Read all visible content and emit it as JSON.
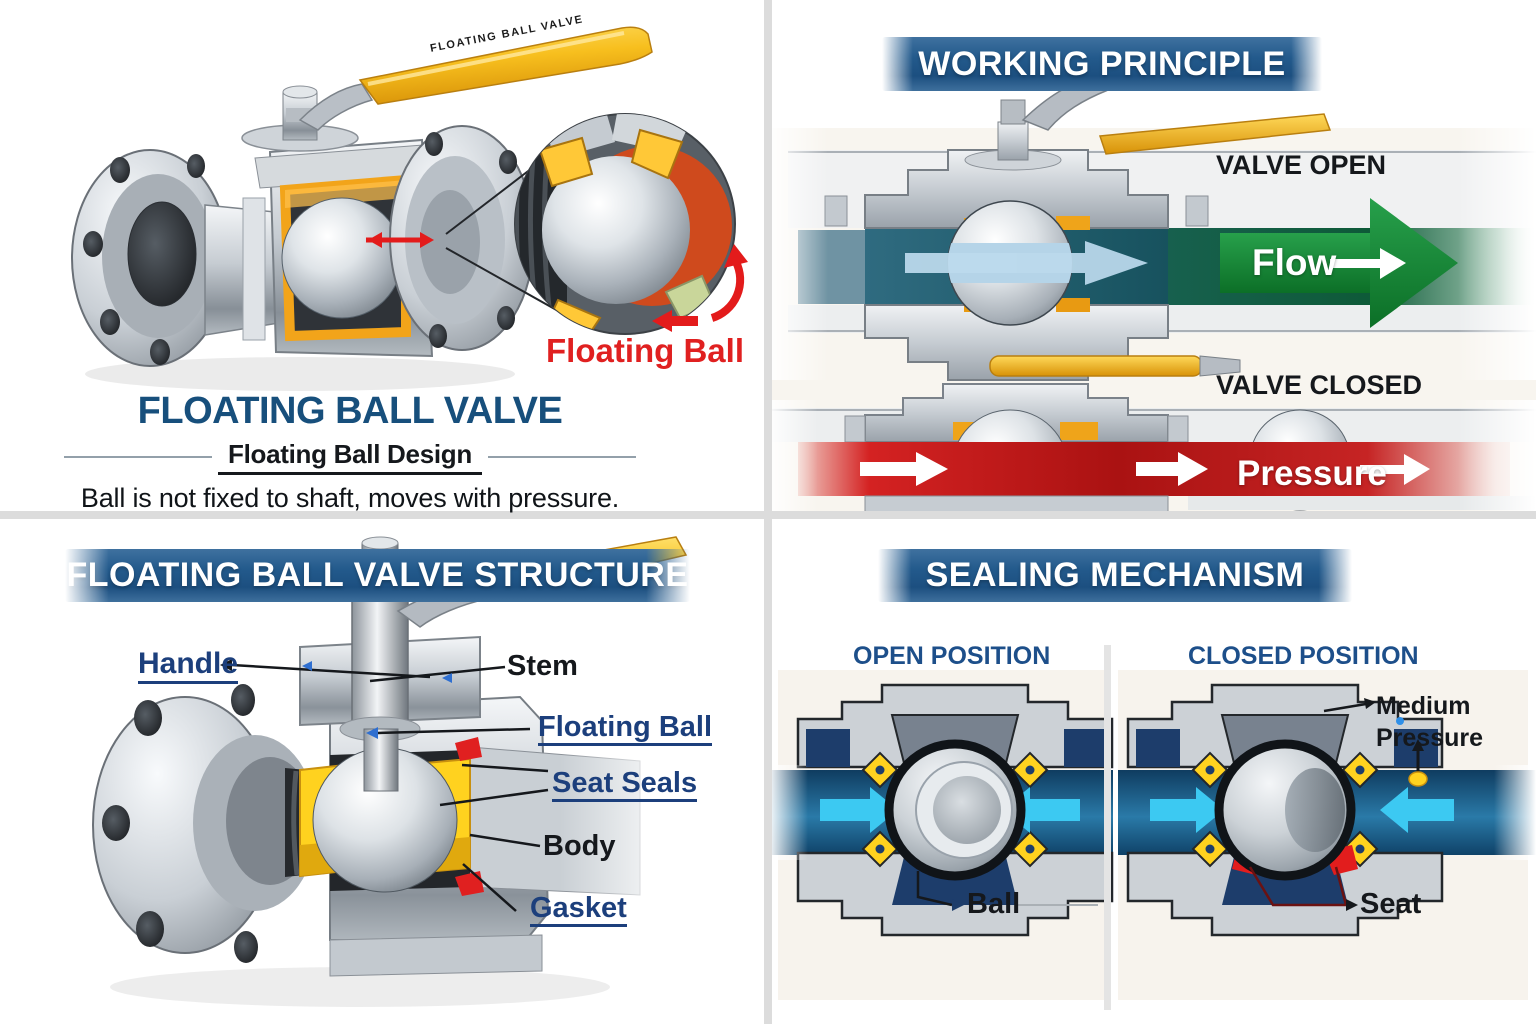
{
  "colors": {
    "banner_blue": "#1f5282",
    "title_blue": "#174f7c",
    "label_navy": "#1c3f7c",
    "accent_red": "#e02020",
    "flow_green": "#15813a",
    "pressure_red": "#c01d1d",
    "arrow_cyan": "#3cc9f2",
    "seat_yellow": "#ffd21f",
    "handle_yellow": "#efb418"
  },
  "quad_top_left": {
    "handle_text": "FLOATING BALL VALVE",
    "callout_label": "Floating Ball",
    "title": "FLOATING BALL VALVE",
    "subtitle": "Floating Ball Design",
    "description": "Ball is not fixed to shaft, moves with pressure."
  },
  "quad_top_right": {
    "header": "WORKING PRINCIPLE",
    "valve_open_label": "VALVE OPEN",
    "flow_label": "Flow",
    "valve_closed_label": "VALVE CLOSED",
    "pressure_label": "Pressure"
  },
  "quad_bottom_left": {
    "header": "FLOATING BALL VALVE STRUCTURE",
    "labels": {
      "handle": "Handle",
      "stem": "Stem",
      "floating_ball": "Floating Ball",
      "seat_seals": "Seat Seals",
      "body": "Body",
      "gasket": "Gasket"
    }
  },
  "quad_bottom_right": {
    "header": "SEALING MECHANISM",
    "open_position_label": "OPEN POSITION",
    "closed_position_label": "CLOSED POSITION",
    "ball_label": "Ball",
    "seat_label": "Seat",
    "medium_pressure_label": "Medium Pressure"
  }
}
